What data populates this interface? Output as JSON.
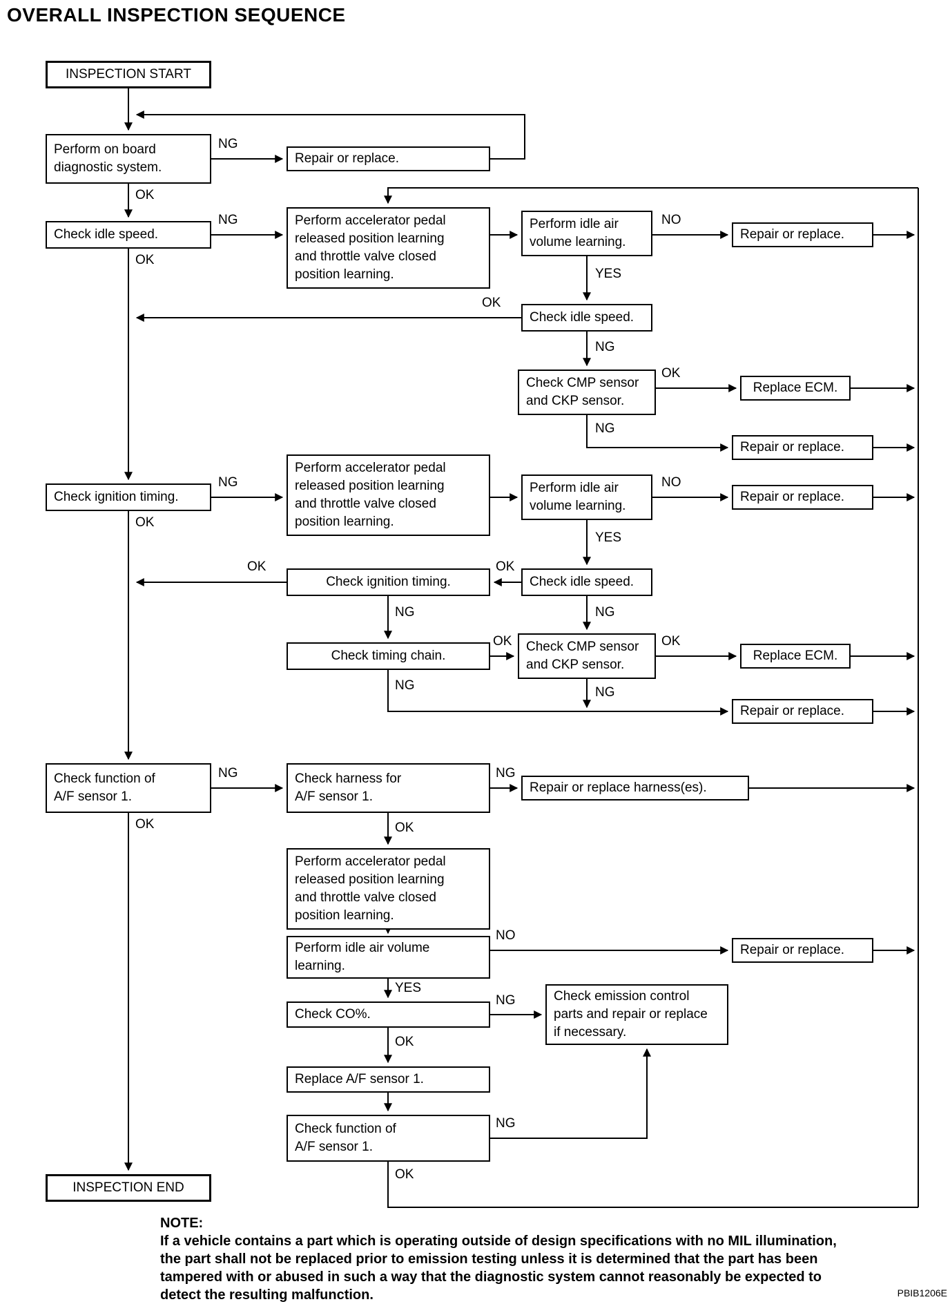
{
  "title": "OVERALL INSPECTION SEQUENCE",
  "colors": {
    "ink": "#000000",
    "background": "#ffffff"
  },
  "nodes": {
    "inspection_start": "INSPECTION START",
    "perform_obd": "Perform on board\ndiagnostic system.",
    "repair_or_replace": "Repair or replace.",
    "check_idle_speed": "Check idle speed.",
    "accel_pedal_learning": "Perform accelerator pedal\nreleased position learning\nand throttle valve closed\nposition learning.",
    "idle_air_volume_learning": "Perform idle air\nvolume learning.",
    "idle_air_volume_learning_wide": "Perform idle air volume\nlearning.",
    "check_cmp_ckp": "Check CMP sensor\nand CKP sensor.",
    "replace_ecm": "Replace ECM.",
    "check_ignition_timing": "Check ignition timing.",
    "check_timing_chain": "Check timing chain.",
    "check_af_function": "Check function of\nA/F sensor 1.",
    "check_af_harness": "Check harness for\nA/F sensor 1.",
    "repair_harness": "Repair or replace harness(es).",
    "check_emission_parts": "Check emission control\nparts and repair or replace\nif necessary.",
    "check_co": "Check CO%.",
    "replace_af_sensor": "Replace A/F sensor 1.",
    "inspection_end": "INSPECTION END"
  },
  "edge_labels": {
    "ok": "OK",
    "ng": "NG",
    "yes": "YES",
    "no": "NO"
  },
  "note": {
    "heading": "NOTE:",
    "lines": [
      "If a vehicle contains a part which is operating outside of design specifications with no MIL illumination,",
      "the part shall not be replaced prior to emission testing unless it is determined that the part has been",
      "tampered with or abused in such a way that the diagnostic system cannot reasonably be expected to",
      "detect the resulting malfunction."
    ]
  },
  "figure_code": "PBIB1206E"
}
